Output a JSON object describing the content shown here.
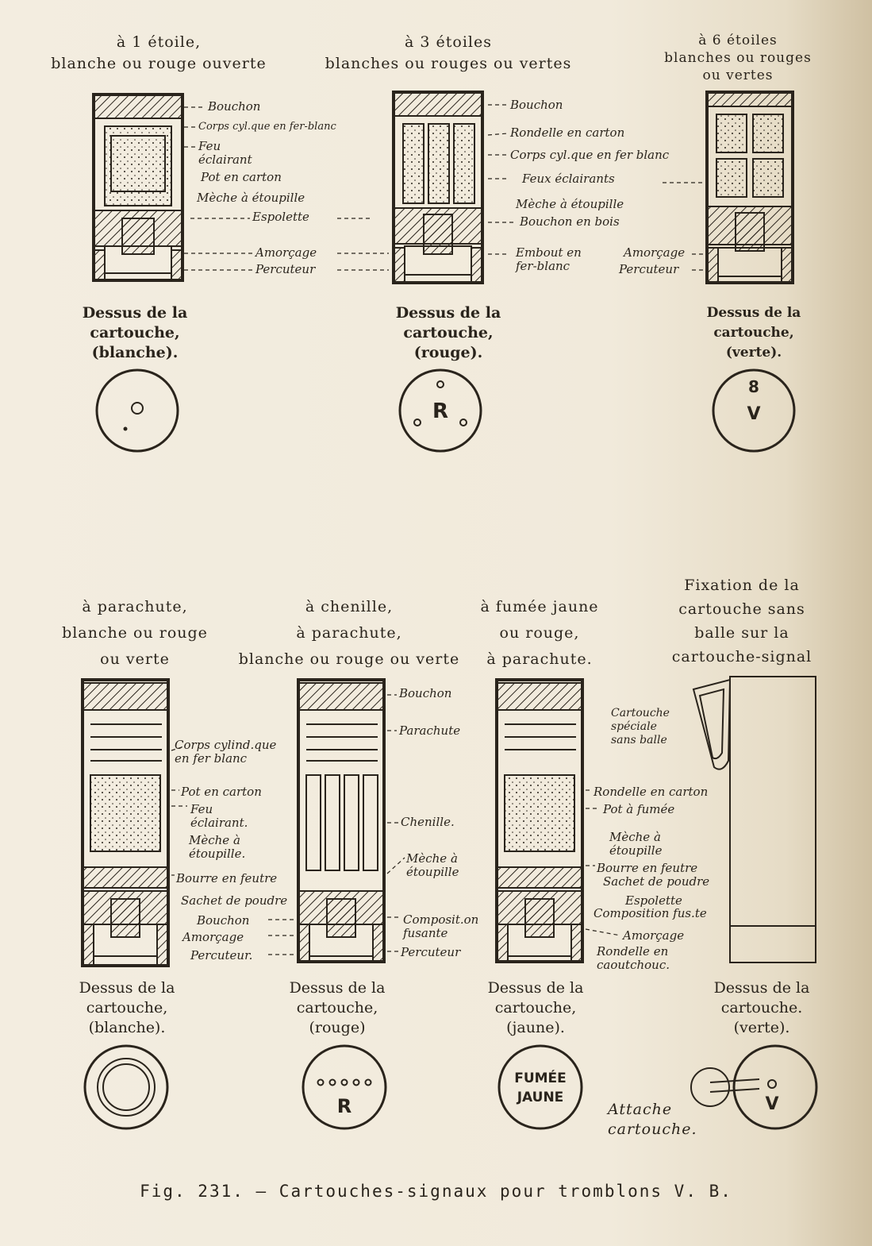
{
  "top": {
    "headers": [
      "à 1 étoile,\nblanche ou rouge ouverte",
      "à 3 étoiles\nblanches ou rouges ou vertes",
      "à 6 étoiles\nblanches ou rouges\nou vertes"
    ],
    "left_labels": [
      "Bouchon",
      "Corps cyl.que en fer-blanc",
      "Feu\néclairant",
      "Pot en carton",
      "Mèche à étoupille",
      "Espolette",
      "Amorçage",
      "Percuteur"
    ],
    "mid_labels": [
      "Bouchon",
      "Rondelle en carton",
      "Corps cyl.que en fer blanc",
      "Feux éclairants",
      "Mèche à étoupille",
      "Bouchon en bois",
      "Embout en\nfer-blanc"
    ],
    "right_labels": [
      "Amorçage",
      "Percuteur"
    ],
    "captions": [
      "Dessus de la\ncartouche,\n(blanche).",
      "Dessus de la\ncartouche,\n(rouge).",
      "Dessus de la\ncartouche,\n(verte)."
    ],
    "circle_marks": [
      "R",
      "8",
      "V"
    ]
  },
  "bottom": {
    "headers": [
      "à parachute,\nblanche ou rouge\nou verte",
      "à chenille,\nà parachute,\nblanche ou rouge ou verte",
      "à fumée jaune\nou rouge,\nà parachute.",
      "Fixation de la\ncartouche sans\nballe sur la\ncartouche-signal"
    ],
    "left_labels": [
      "Corps cylind.que\nen fer blanc",
      "Pot en carton",
      "Feu\néclairant.",
      "Mèche à\nétoupille.",
      "Bourre en feutre",
      "Sachet de poudre",
      "Bouchon",
      "Amorçage",
      "Percuteur."
    ],
    "mid_labels": [
      "Bouchon",
      "Parachute",
      "Chenille.",
      "Mèche à\nétoupille",
      "Composit.on\nfusante",
      "Percuteur"
    ],
    "right_labels": [
      "Rondelle en carton",
      "Pot à fumée",
      "Mèche à\nétoupille",
      "Bourre en feutre",
      "Sachet de poudre",
      "Espolette",
      "Composition fus.te",
      "Amorçage",
      "Rondelle en\ncaoutchouc."
    ],
    "fix_label": "Cartouche\nspéciale\nsans balle",
    "captions": [
      "Dessus de la\ncartouche,\n(blanche).",
      "Dessus de la\ncartouche,\n(rouge)",
      "Dessus de la\ncartouche,\n(jaune).",
      "Dessus de la\ncartouche.\n(verte)."
    ],
    "circle_marks": [
      "R",
      "FUMÉE",
      "JAUNE",
      "V"
    ],
    "attach_label": "Attache\ncartouche."
  },
  "figure_caption": "Fig. 231. — Cartouches-signaux pour tromblons V. B."
}
